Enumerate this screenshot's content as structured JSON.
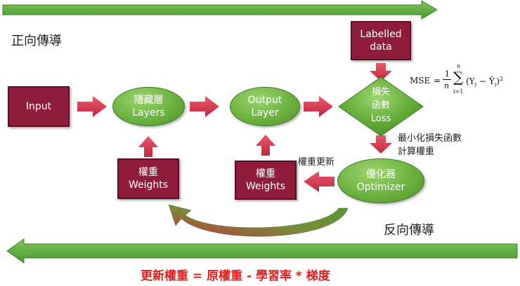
{
  "labels": {
    "forward": "正向傳導",
    "backward": "反向傳導",
    "minimize_line1": "最小化損失函數",
    "minimize_line2": "計算權重",
    "weight_update": "權重更新",
    "bottom_formula": "更新權重 = 原權重 - 學習率 * 梯度"
  },
  "nodes": {
    "input": "Input",
    "hidden_line1": "隱藏層",
    "hidden_line2": "Layers",
    "output_line1": "Output",
    "output_line2": "Layer",
    "labelled_line1": "Labelled",
    "labelled_line2": "data",
    "loss_line1": "損失",
    "loss_line2": "函數",
    "loss_line3": "Loss",
    "optimizer_line1": "優化器",
    "optimizer_line2": "Optimizer",
    "weights1_line1": "權重",
    "weights1_line2": "Weights",
    "weights2_line1": "權重",
    "weights2_line2": "Weights"
  },
  "mse": {
    "lhs": "MSE",
    "eq": "=",
    "frac_num": "1",
    "frac_den": "n",
    "sum_top": "n",
    "sum_bottom": "i=1",
    "body": "(Y",
    "sub_i": "i",
    "minus": " − ",
    "yhat": "Ŷ",
    "sub_i2": "i",
    "close": ")",
    "power": "2"
  },
  "colors": {
    "box": "#8e1c3a",
    "oval": "#6cb23f",
    "diamond": "#5fa836",
    "arrow_red": "#d2344a",
    "arrow_green": "#5aa83a",
    "formula_red": "#e0201e"
  }
}
